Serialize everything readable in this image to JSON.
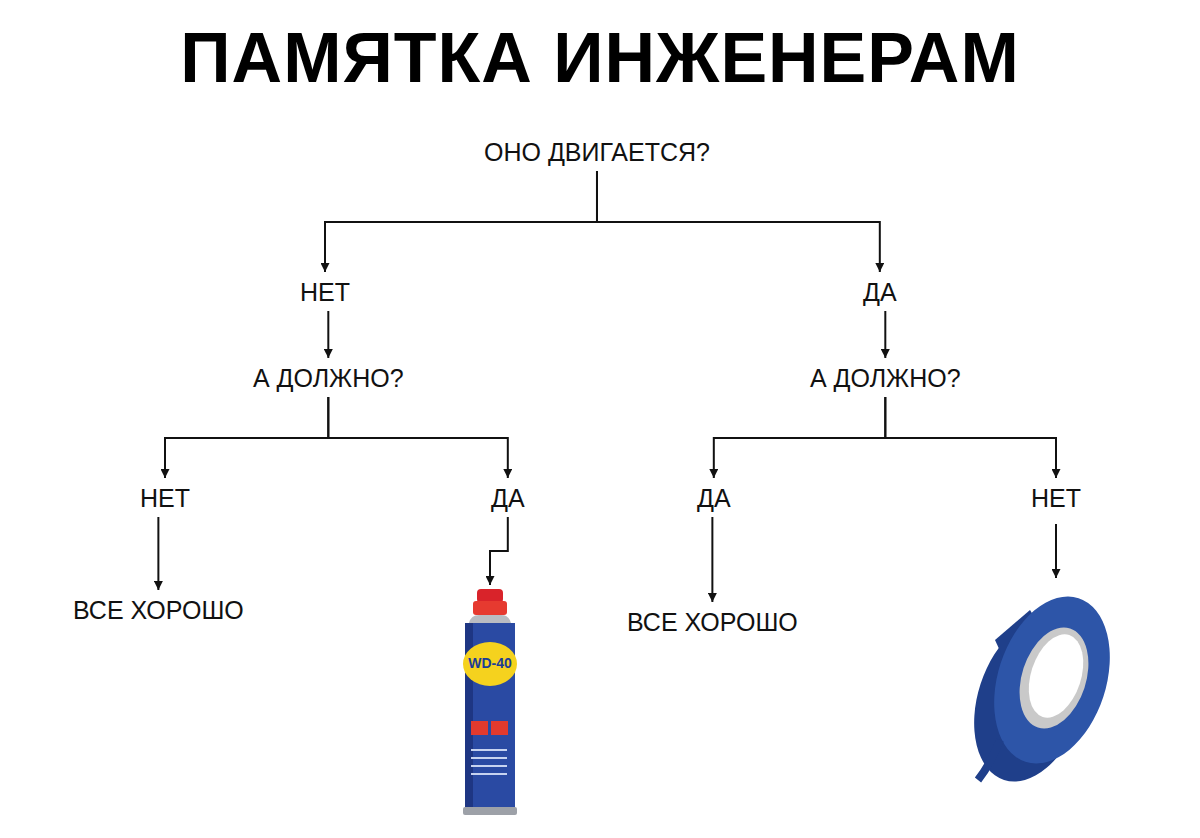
{
  "diagram": {
    "title": "ПАМЯТКА ИНЖЕНЕРАМ",
    "nodes": [
      {
        "text": [
          "ОНО ДВИГАЕТСЯ?"
        ]
      },
      {
        "text": [
          "НЕТ"
        ]
      },
      {
        "text": [
          "ДА"
        ]
      },
      {
        "text": [
          "А ДОЛЖНО?"
        ]
      },
      {
        "text": [
          "А ДОЛЖНО?"
        ]
      },
      {
        "text": [
          "НЕТ"
        ]
      },
      {
        "text": [
          "ДА"
        ]
      },
      {
        "text": [
          "ДА"
        ]
      },
      {
        "text": [
          "НЕТ"
        ]
      },
      {
        "text": [
          "ВСЕ ХОРОШО"
        ]
      },
      {
        "text": [
          "WD-40"
        ]
      },
      {
        "text": [
          "ВСЕ ХОРОШО"
        ]
      }
    ],
    "edges": [
      {
        "from": 0,
        "to": 1,
        "arrow": "to"
      },
      {
        "from": 0,
        "to": 2,
        "arrow": "to"
      },
      {
        "from": 1,
        "to": 3,
        "arrow": "to"
      },
      {
        "from": 2,
        "to": 4,
        "arrow": "to"
      },
      {
        "from": 3,
        "to": 5,
        "arrow": "to"
      },
      {
        "from": 3,
        "to": 6,
        "arrow": "to"
      },
      {
        "from": 4,
        "to": 7,
        "arrow": "to"
      },
      {
        "from": 4,
        "to": 8,
        "arrow": "to"
      },
      {
        "from": 5,
        "to": 9,
        "arrow": "to"
      },
      {
        "from": 6,
        "to": 10,
        "arrow": "to"
      },
      {
        "from": 7,
        "to": 11,
        "arrow": "to"
      }
    ]
  }
}
